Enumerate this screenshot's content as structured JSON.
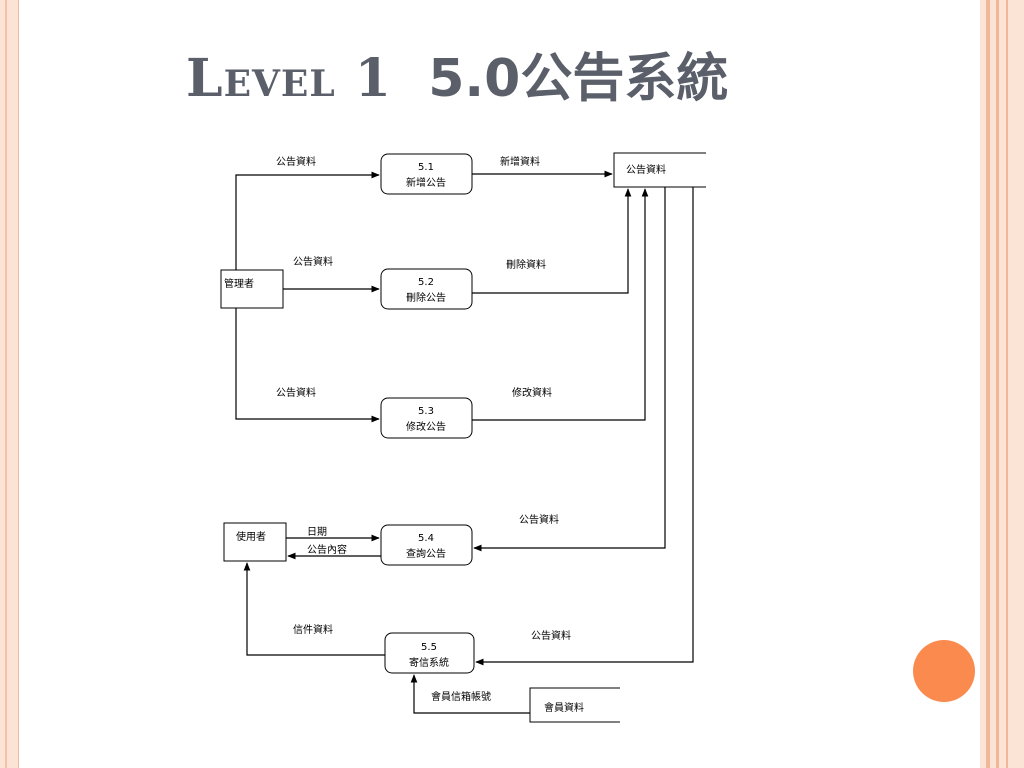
{
  "slide": {
    "title_prefix": "Level 1",
    "title_main": "5.0公告系統"
  },
  "diagram": {
    "entities": {
      "admin": "管理者",
      "user": "使用者"
    },
    "datastores": {
      "announcements": "公告資料",
      "members": "會員資料"
    },
    "processes": [
      {
        "id": "5.1",
        "name": "新增公告"
      },
      {
        "id": "5.2",
        "name": "刪除公告"
      },
      {
        "id": "5.3",
        "name": "修改公告"
      },
      {
        "id": "5.4",
        "name": "查詢公告"
      },
      {
        "id": "5.5",
        "name": "寄信系統"
      }
    ],
    "flows": {
      "admin_to_51": "公告資料",
      "admin_to_52": "公告資料",
      "admin_to_53": "公告資料",
      "p51_to_store": "新增資料",
      "p52_to_store": "刪除資料",
      "p53_to_store": "修改資料",
      "store_to_54": "公告資料",
      "store_to_55": "公告資料",
      "user_to_54": "日期",
      "p54_to_user": "公告內容",
      "p55_to_user": "信件資料",
      "members_to_55": "會員信箱帳號"
    }
  },
  "colors": {
    "title": "#5a5f69",
    "accent_dot": "#fb8a4e",
    "border_fill": "#fbe3d6",
    "border_stripe": "#f2b698",
    "line": "#000000"
  }
}
